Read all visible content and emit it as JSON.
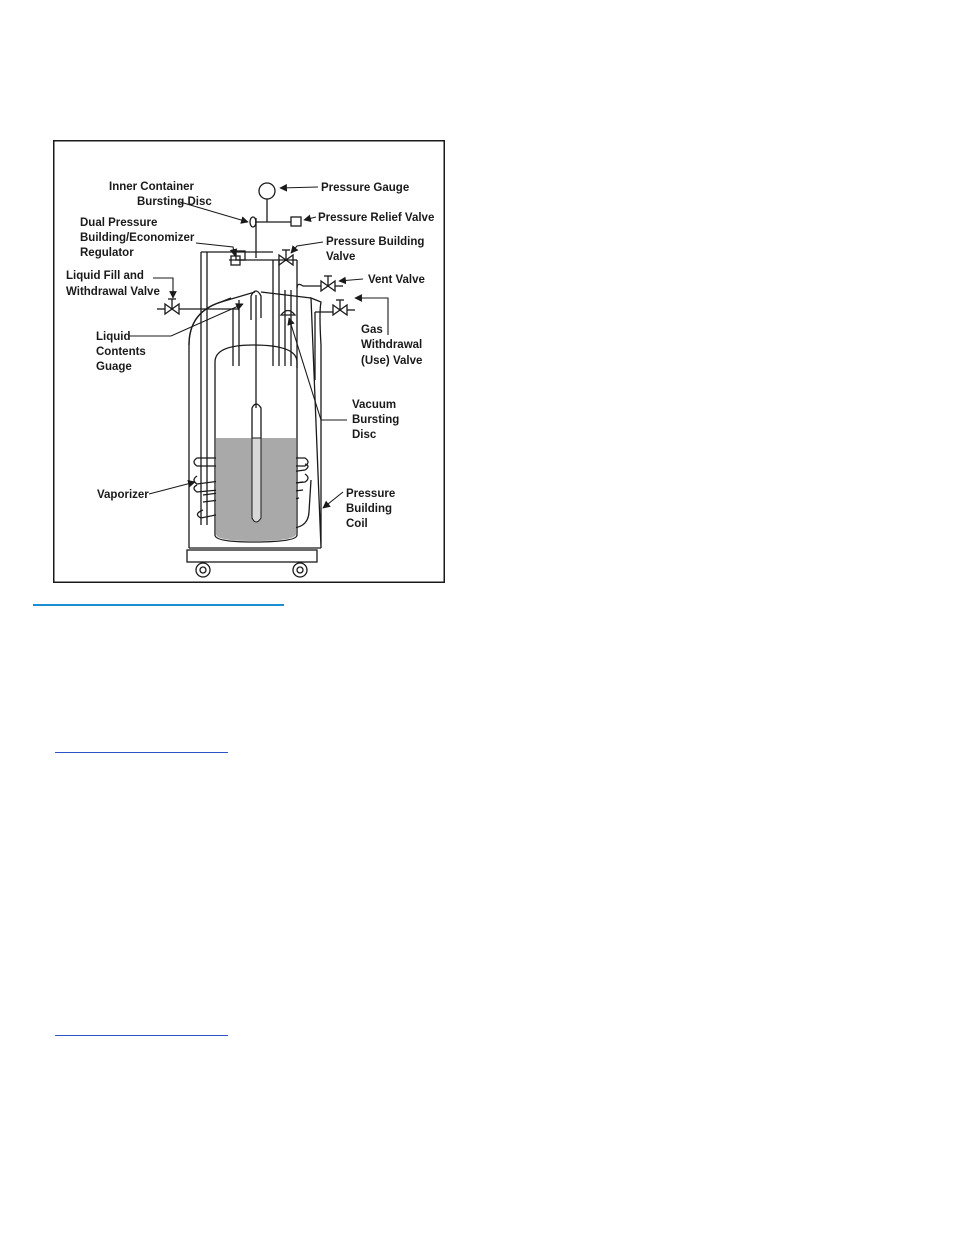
{
  "diagram": {
    "labels": {
      "pressure_gauge": "Pressure Gauge",
      "inner_container_bursting_disc": [
        "Inner Container",
        "Bursting Disc"
      ],
      "pressure_relief_valve": "Pressure Relief Valve",
      "dual_pressure_regulator": [
        "Dual Pressure",
        "Building/Economizer",
        "Regulator"
      ],
      "pressure_building_valve": [
        "Pressure Building",
        "Valve"
      ],
      "liquid_fill_withdrawal_valve": [
        "Liquid Fill and",
        "Withdrawal Valve"
      ],
      "vent_valve": "Vent Valve",
      "gas_withdrawal_valve": [
        "Gas",
        "Withdrawal",
        "(Use) Valve"
      ],
      "liquid_contents_gauge": [
        "Liquid",
        "Contents",
        "Guage"
      ],
      "vacuum_bursting_disc": [
        "Vacuum",
        "Bursting",
        "Disc"
      ],
      "vaporizer": "Vaporizer",
      "pressure_building_coil": [
        "Pressure",
        "Building",
        "Coil"
      ]
    }
  },
  "colors": {
    "rule_accent": "#1a8fd6",
    "link_rule": "#2b54c4",
    "ink": "#1a1a1a",
    "liquid_fill": "#a9a9a9"
  }
}
